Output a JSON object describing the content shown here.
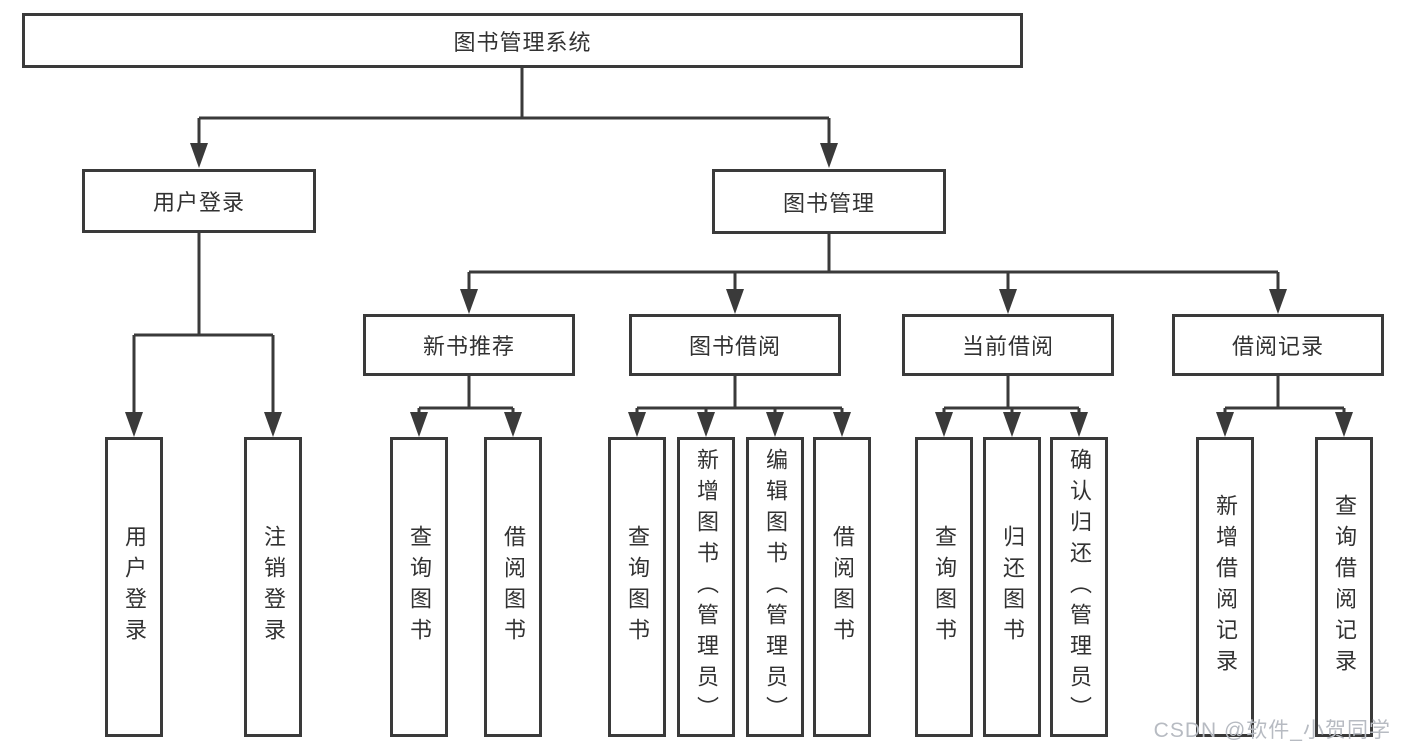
{
  "watermark": "CSDN @软件_小贺同学",
  "colors": {
    "line": "#3a3a3a",
    "text": "#323232",
    "watermark": "#b7bbc2",
    "background": "#ffffff"
  },
  "tree": {
    "label": "图书管理系统",
    "children": [
      {
        "label": "用户登录",
        "children": [
          {
            "label": "用户登录"
          },
          {
            "label": "注销登录"
          }
        ]
      },
      {
        "label": "图书管理",
        "children": [
          {
            "label": "新书推荐",
            "children": [
              {
                "label": "查询图书"
              },
              {
                "label": "借阅图书"
              }
            ]
          },
          {
            "label": "图书借阅",
            "children": [
              {
                "label": "查询图书"
              },
              {
                "label": "新增图书（管理员）"
              },
              {
                "label": "编辑图书（管理员）"
              },
              {
                "label": "借阅图书"
              }
            ]
          },
          {
            "label": "当前借阅",
            "children": [
              {
                "label": "查询图书"
              },
              {
                "label": "归还图书"
              },
              {
                "label": "确认归还（管理员）"
              }
            ]
          },
          {
            "label": "借阅记录",
            "children": [
              {
                "label": "新增借阅记录"
              },
              {
                "label": "查询借阅记录"
              }
            ]
          }
        ]
      }
    ]
  }
}
